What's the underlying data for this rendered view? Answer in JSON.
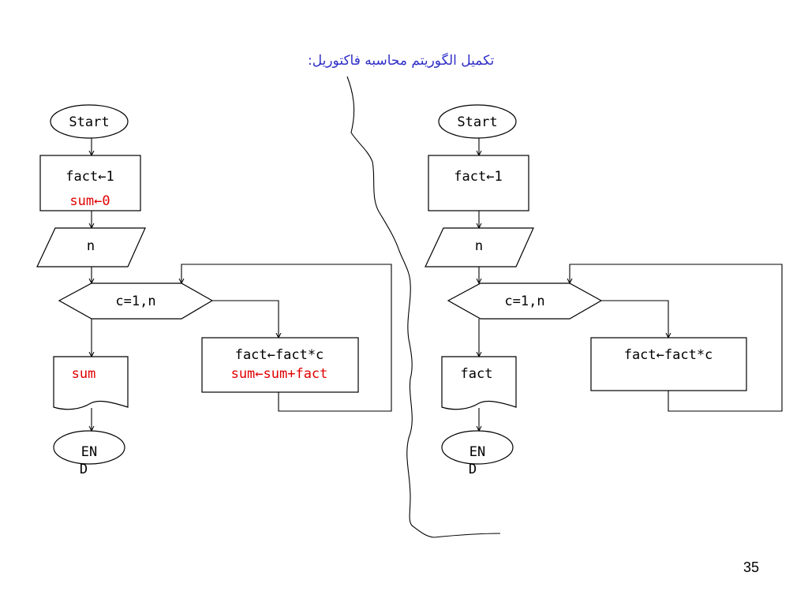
{
  "title": "تکمیل الگوریتم محاسبه فاکتوریل:",
  "page_number": "35",
  "colors": {
    "title": "#3030c8",
    "highlight": "#e00000",
    "text": "#000000"
  },
  "left": {
    "start": "Start",
    "init_line1": "fact←1",
    "init_line2": "sum←0",
    "input": "n",
    "loop": "c=1,n",
    "body_line1": "fact←fact*c",
    "body_line2": "sum←sum+fact",
    "output": "sum",
    "end_line1": "EN",
    "end_line2": "D"
  },
  "right": {
    "start": "Start",
    "init_line1": "fact←1",
    "input": "n",
    "loop": "c=1,n",
    "body_line1": "fact←fact*c",
    "output": "fact",
    "end_line1": "EN",
    "end_line2": "D"
  }
}
